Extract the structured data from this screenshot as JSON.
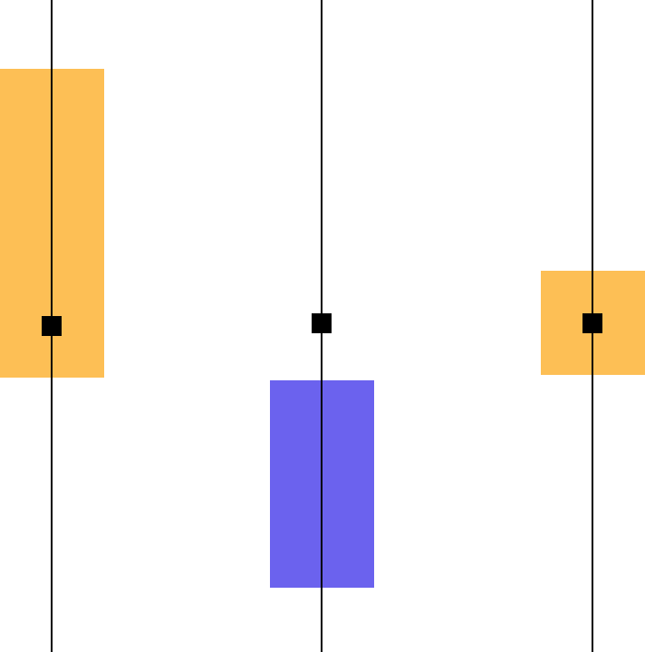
{
  "colors": {
    "background": "#ffffff",
    "line": "#000000",
    "marker": "#000000",
    "orange": "#fdbf55",
    "blue": "#6b62ee"
  },
  "columns": [
    {
      "blocks": [
        {
          "color": "orange"
        },
        {
          "color": "orange"
        }
      ]
    },
    {
      "blocks": [
        {
          "color": "blue"
        }
      ]
    },
    {
      "blocks": [
        {
          "color": "orange"
        }
      ]
    }
  ]
}
